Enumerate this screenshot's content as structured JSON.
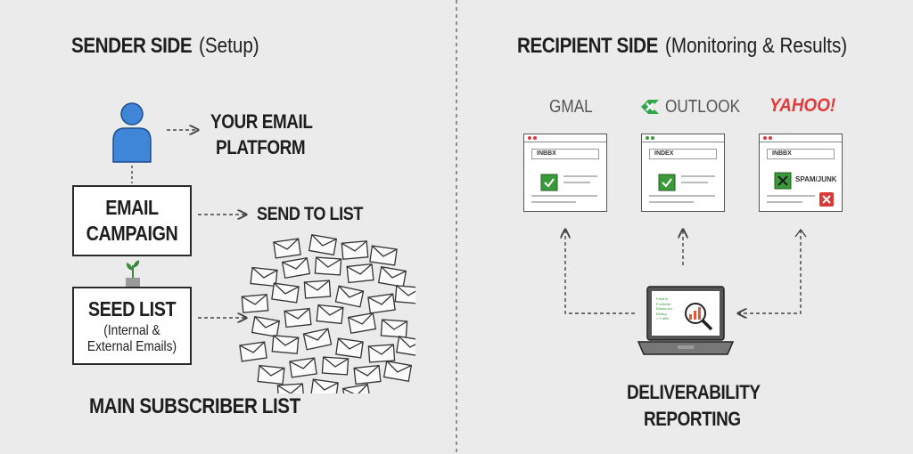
{
  "sender": {
    "heading_bold": "SENDER SIDE",
    "heading_rest": "(Setup)",
    "platform_line1": "YOUR EMAIL",
    "platform_line2": "PLATFORM",
    "campaign_line1": "EMAIL",
    "campaign_line2": "CAMPAIGN",
    "send_to_list": "SEND TO LIST",
    "seed_line1": "SEED LIST",
    "seed_line2": "(Internal &",
    "seed_line3": "External Emails)",
    "main_list": "MAIN SUBSCRIBER LIST"
  },
  "recipient": {
    "heading_bold": "RECIPIENT SIDE",
    "heading_rest": "(Monitoring & Results)",
    "providers": [
      {
        "name": "GMAL",
        "folder": "INBBX",
        "status": "inbox"
      },
      {
        "name": "OUTLOOK",
        "folder": "INDEX",
        "status": "inbox"
      },
      {
        "name": "YAHOO!",
        "folder": "INBBX",
        "status": "spam",
        "status_label": "SPAM/JUNK"
      }
    ],
    "report_line1": "DELIVERABILITY",
    "report_line2": "REPORTING",
    "laptop_lines": [
      "Fault le",
      "Fonthelle",
      "Blasta ant",
      "Bhlacy",
      "= 2 atlfs"
    ]
  },
  "colors": {
    "accent_blue": "#3f86d8",
    "check_green": "#3a9a3a",
    "x_red": "#d93a3a",
    "yahoo_red": "#e03a3a",
    "outlook_green": "#2fa64a",
    "plant_green": "#3b8a3b"
  }
}
